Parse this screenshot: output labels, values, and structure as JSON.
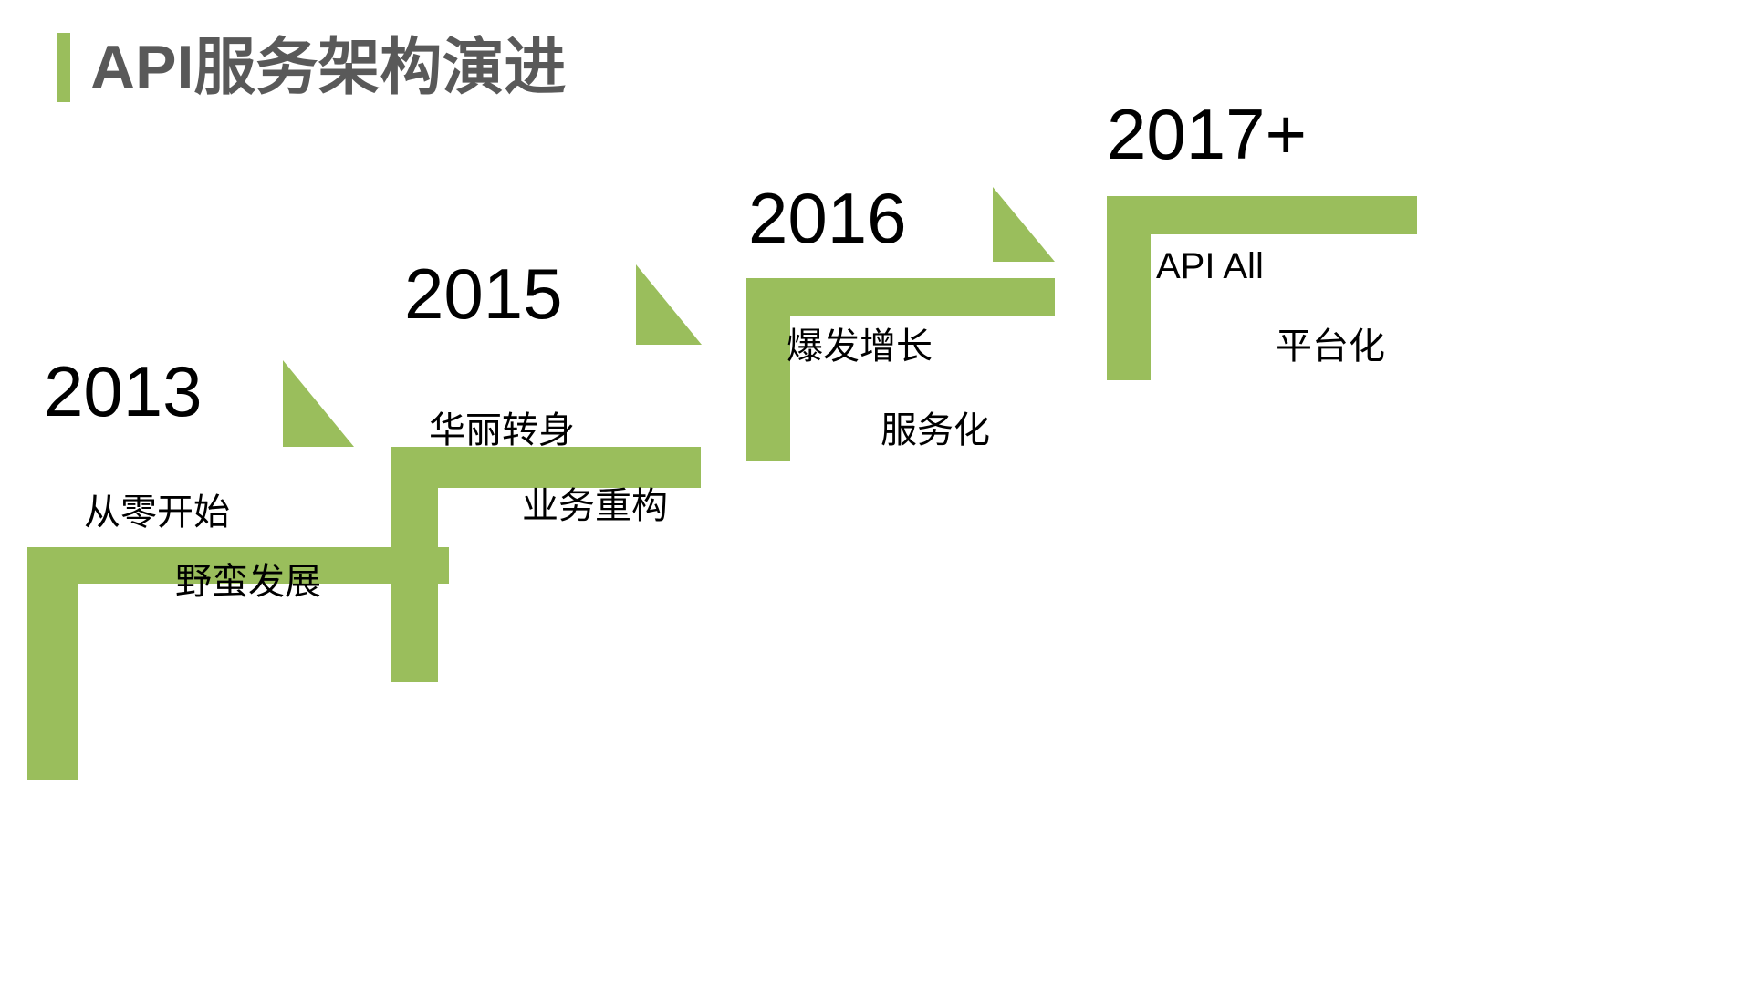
{
  "slide": {
    "title": "API服务架构演进",
    "accent_color": "#9ABE5C",
    "title_color": "#595959",
    "background": "#ffffff"
  },
  "timeline": {
    "type": "staircase",
    "direction": "ascending-left-to-right",
    "steps": [
      {
        "year": "2013",
        "captions": [
          "从零开始",
          "野蛮发展"
        ]
      },
      {
        "year": "2015",
        "captions": [
          "华丽转身",
          "业务重构"
        ]
      },
      {
        "year": "2016",
        "captions": [
          "爆发增长",
          "服务化"
        ]
      },
      {
        "year": "2017+",
        "captions": [
          "API All",
          "平台化"
        ]
      }
    ]
  }
}
